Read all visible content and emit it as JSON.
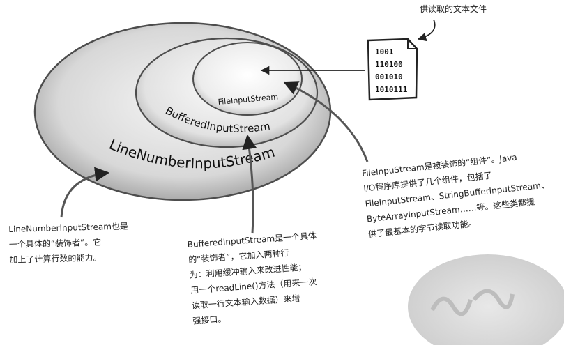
{
  "labels": {
    "outer": "LineNumberInputStream",
    "middle": "BufferedInputStream",
    "inner": "FileInputStream"
  },
  "file_icon": {
    "icon": "binary-file-icon",
    "lines": [
      "1001",
      "110100",
      "001010",
      "1010111"
    ]
  },
  "notes": {
    "text_file": "供读取的文本文件",
    "line_number": "LineNumberInputStream也是\n一个具体的“装饰者”。它\n加上了计算行数的能力。",
    "buffered": "BufferedInputStream是一个具体\n的“装饰者”，它加入两种行\n为：利用缓冲输入来改进性能；\n用一个readLine()方法（用来一次\n读取一行文本输入数据）来增\n强接口。",
    "file_input": "FileInpuStream是被装饰的“组件”。Java\nI/O程序库提供了几个组件，包括了\nFileInputStream、StringBufferInputStream、\nByteArrayInputStream……等。这些类都提\n供了最基本的字节读取功能。"
  }
}
